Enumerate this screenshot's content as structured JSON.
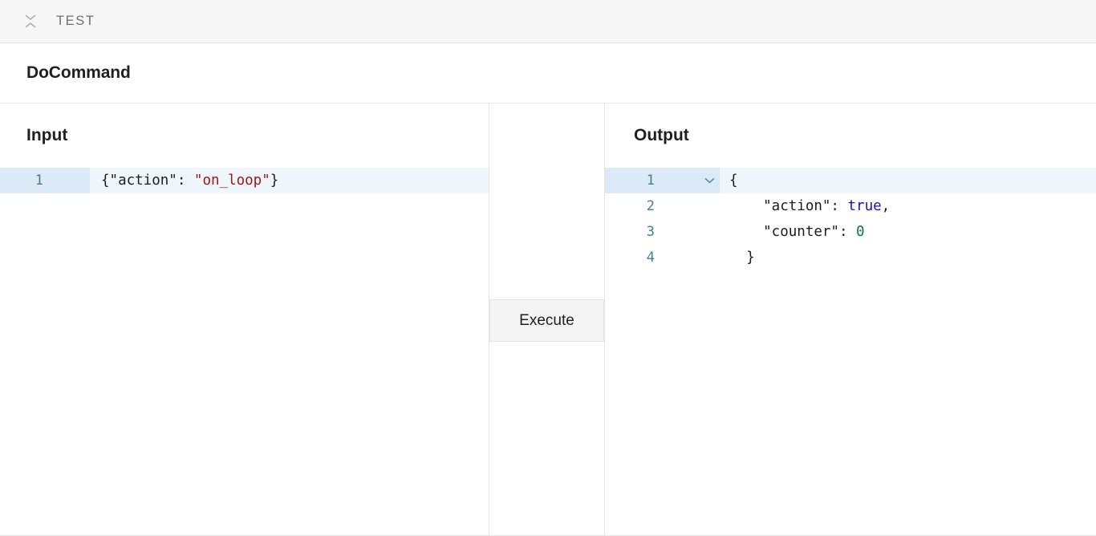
{
  "topbar": {
    "collapse_icon": "collapse-chevrons-icon",
    "title": "TEST"
  },
  "command": {
    "title": "DoCommand"
  },
  "input_panel": {
    "heading": "Input",
    "lines": [
      {
        "number": "1",
        "active": true,
        "tokens": [
          {
            "text": "{\"action\": ",
            "type": "punct"
          },
          {
            "text": "\"on_loop\"",
            "type": "string"
          },
          {
            "text": "}",
            "type": "punct"
          }
        ]
      }
    ]
  },
  "middle_panel": {
    "execute_label": "Execute"
  },
  "output_panel": {
    "heading": "Output",
    "lines": [
      {
        "number": "1",
        "active": true,
        "fold": "chevron-down-icon",
        "tokens": [
          {
            "text": "{",
            "type": "punct"
          }
        ]
      },
      {
        "number": "2",
        "active": false,
        "fold": "",
        "tokens": [
          {
            "text": "    \"action\": ",
            "type": "key"
          },
          {
            "text": "true",
            "type": "bool"
          },
          {
            "text": ",",
            "type": "punct"
          }
        ]
      },
      {
        "number": "3",
        "active": false,
        "fold": "",
        "tokens": [
          {
            "text": "    \"counter\": ",
            "type": "key"
          },
          {
            "text": "0",
            "type": "num"
          }
        ]
      },
      {
        "number": "4",
        "active": false,
        "fold": "",
        "tokens": [
          {
            "text": "  }",
            "type": "punct"
          }
        ]
      }
    ]
  },
  "colors": {
    "header_bg": "#f7f7f7",
    "active_line": "#eff6fc",
    "active_gutter": "#dbeaf6",
    "line_number": "#4e7a96",
    "string": "#a31515",
    "boolean": "#1616b0",
    "number": "#0f7155",
    "button_bg": "#f4f4f4"
  }
}
